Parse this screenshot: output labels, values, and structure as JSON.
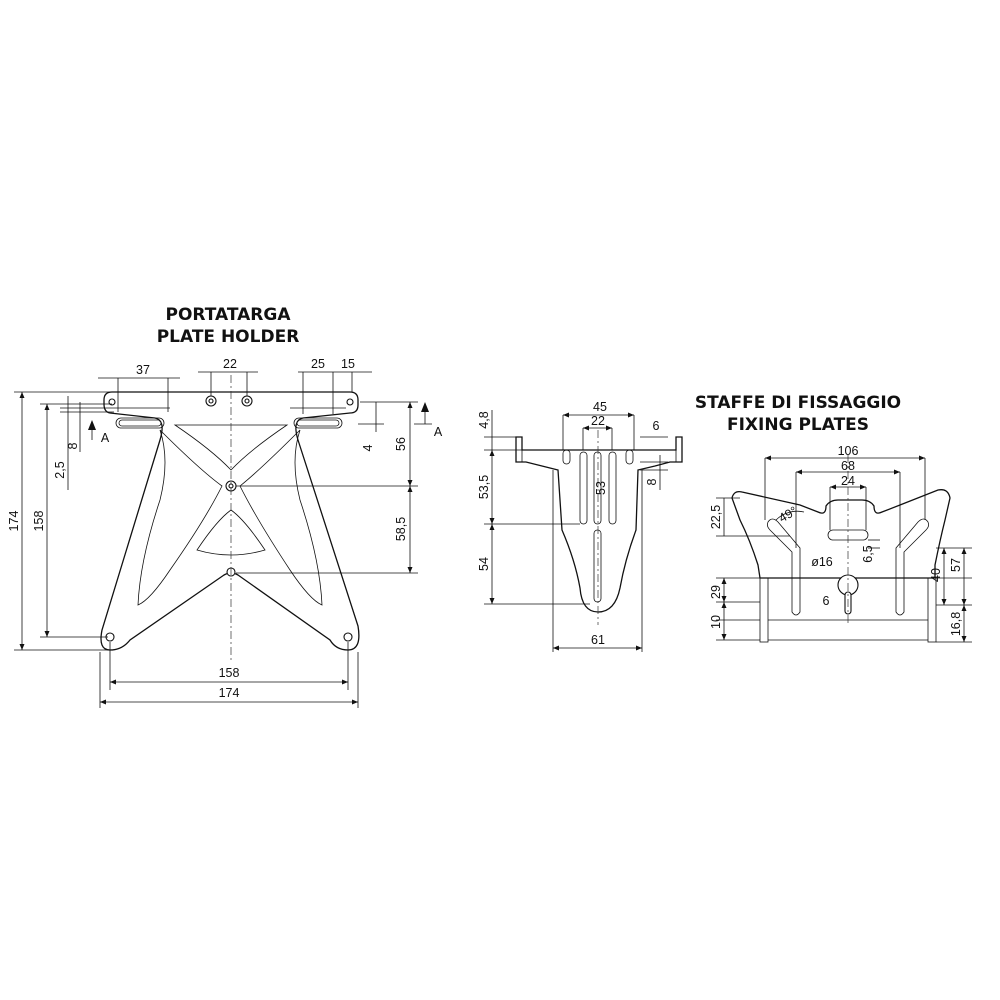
{
  "titles": {
    "plate_holder_it": "PORTATARGA",
    "plate_holder_en": "PLATE HOLDER",
    "fixing_plates_it": "STAFFE DI FISSAGGIO",
    "fixing_plates_en": "FIXING PLATES"
  },
  "plate_holder_dims": {
    "d37": "37",
    "d22": "22",
    "d25": "25",
    "d15": "15",
    "d2_5": "2,5",
    "d8": "8",
    "d4": "4",
    "d56": "56",
    "d58_5": "58,5",
    "d174_v": "174",
    "d158_v": "158",
    "d158_h": "158",
    "d174_h": "174",
    "section_left": "A",
    "section_right": "A"
  },
  "side_view_dims": {
    "d45": "45",
    "d22": "22",
    "d6": "6",
    "d4_8": "4,8",
    "d53_5": "53,5",
    "d53": "53",
    "d8": "8",
    "d54": "54",
    "d61": "61"
  },
  "fixing_plates_dims": {
    "d106": "106",
    "d68": "68",
    "d24": "24",
    "d22_5": "22,5",
    "d49": "49°",
    "d6_5": "6,5",
    "d16": "ø16",
    "d40": "40",
    "d57": "57",
    "d29": "29",
    "d6": "6",
    "d10": "10",
    "d16_8": "16,8"
  }
}
